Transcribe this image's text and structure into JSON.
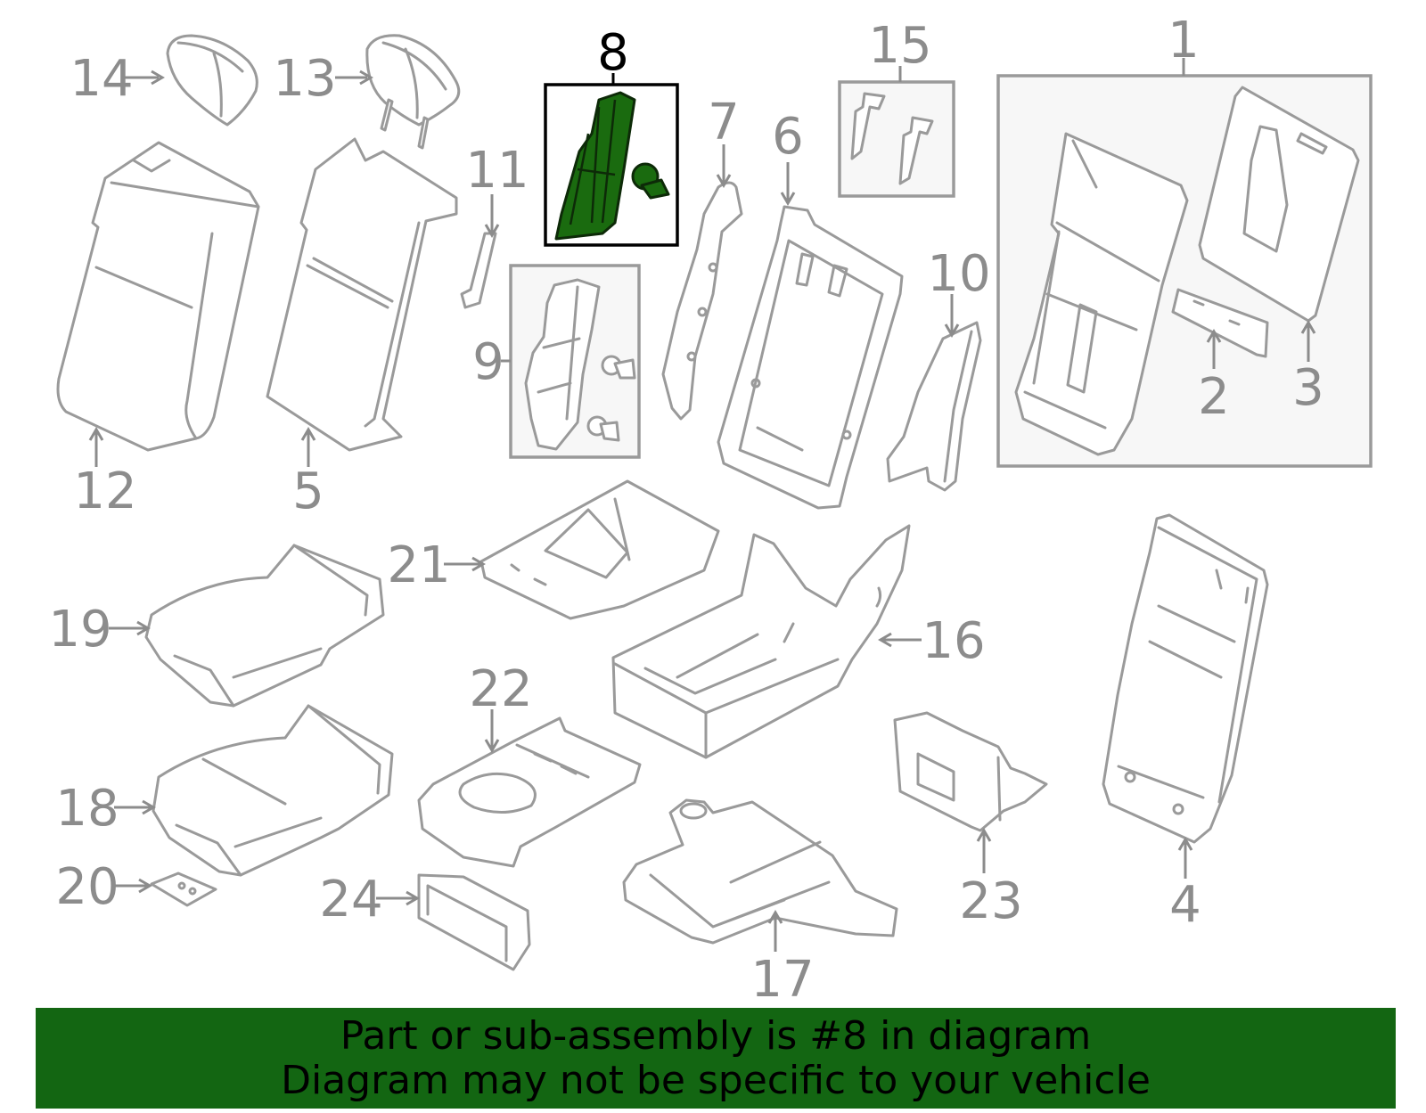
{
  "diagram": {
    "highlighted_part": "8",
    "colors": {
      "highlight": "#1a6b0f",
      "banner": "#136612",
      "line": "#9a9a9a"
    },
    "callouts": [
      "1",
      "2",
      "3",
      "4",
      "5",
      "6",
      "7",
      "8",
      "9",
      "10",
      "11",
      "12",
      "13",
      "14",
      "15",
      "16",
      "17",
      "18",
      "19",
      "20",
      "21",
      "22",
      "23",
      "24"
    ]
  },
  "banner": {
    "line1": "Part or sub-assembly is #8 in diagram",
    "line2": "Diagram may not be specific to your vehicle"
  }
}
